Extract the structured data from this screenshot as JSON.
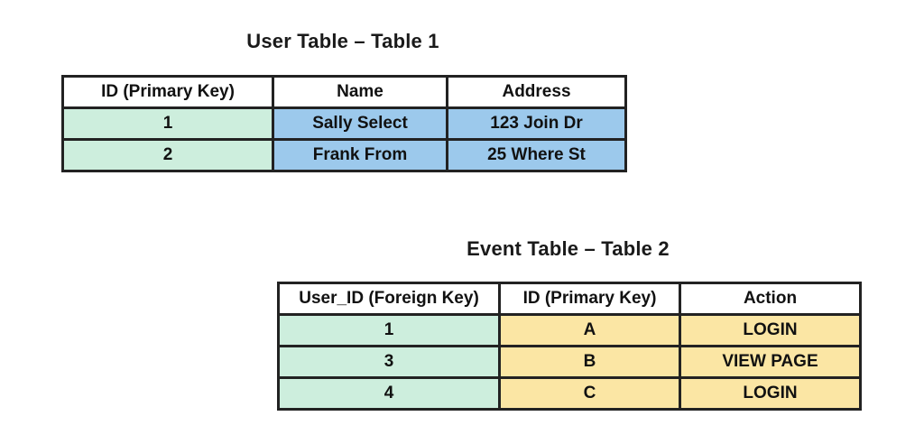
{
  "colors": {
    "background": "#ffffff",
    "border": "#222222",
    "header_bg": "#ffffff",
    "primary_key_green": "#cdeedd",
    "user_data_blue": "#9cc9ec",
    "event_data_yellow": "#fbe6a4",
    "text": "#111111"
  },
  "tables": [
    {
      "title": "User Table – Table 1",
      "headers": [
        "ID (Primary Key)",
        "Name",
        "Address"
      ],
      "rows": [
        [
          "1",
          "Sally Select",
          "123 Join Dr"
        ],
        [
          "2",
          "Frank From",
          "25 Where St"
        ]
      ]
    },
    {
      "title": "Event Table – Table 2",
      "headers": [
        "User_ID (Foreign Key)",
        "ID (Primary Key)",
        "Action"
      ],
      "rows": [
        [
          "1",
          "A",
          "LOGIN"
        ],
        [
          "3",
          "B",
          "VIEW PAGE"
        ],
        [
          "4",
          "C",
          "LOGIN"
        ]
      ]
    }
  ]
}
